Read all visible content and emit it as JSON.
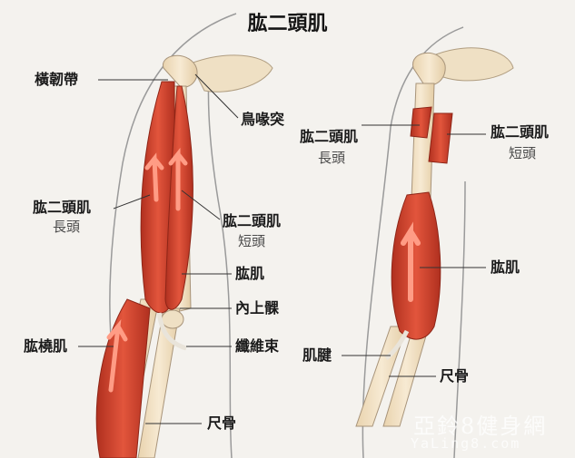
{
  "title": "肱二頭肌",
  "colors": {
    "muscle": "#d8452f",
    "muscle_dark": "#a92c1d",
    "bone": "#f2e2c6",
    "outline": "#8a8a8a",
    "background": "#f4f2ee"
  },
  "left_labels": {
    "transverse_ligament": "橫韌帶",
    "coracoid": "鳥喙突",
    "biceps_long_title": "肱二頭肌",
    "biceps_long_sub": "長頭",
    "biceps_short_title": "肱二頭肌",
    "biceps_short_sub": "短頭",
    "brachialis": "肱肌",
    "medial_epicondyle": "內上髁",
    "fiber_bundle": "纖維束",
    "brachioradialis": "肱橈肌",
    "ulna": "尺骨"
  },
  "right_labels": {
    "biceps_long_title": "肱二頭肌",
    "biceps_long_sub": "長頭",
    "biceps_short_title": "肱二頭肌",
    "biceps_short_sub": "短頭",
    "brachialis": "肱肌",
    "tendon": "肌腱",
    "ulna": "尺骨"
  },
  "watermark": {
    "text_cn": "亞鈴8健身網",
    "text_en": "YaLing8.com"
  }
}
